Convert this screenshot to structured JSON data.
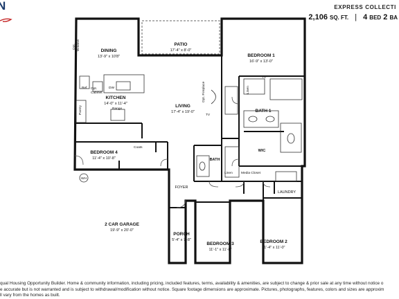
{
  "header": {
    "collection": "EXPRESS COLLECTI",
    "sqft_value": "2,106",
    "sqft_unit": "SQ. FT.",
    "beds_value": "4",
    "beds_unit": "BED",
    "baths_value": "2",
    "baths_unit": "BA"
  },
  "logo": {
    "letter": "N",
    "accent": "#1b3a6b",
    "script_color": "#c62828"
  },
  "rooms": [
    {
      "id": "dining",
      "name": "DINING",
      "dims": "13'-9\" x 10'8\""
    },
    {
      "id": "patio",
      "name": "PATIO",
      "dims": "17'-4\" x 8'-0\""
    },
    {
      "id": "bedroom1",
      "name": "BEDROOM 1",
      "dims": "16'-9\" x 13'-0\""
    },
    {
      "id": "kitchen",
      "name": "KITCHEN",
      "dims": "14'-0\" x 11'-4\""
    },
    {
      "id": "living",
      "name": "LIVING",
      "dims": "17'-4\" x 19'-0\""
    },
    {
      "id": "bedroom4",
      "name": "BEDROOM 4",
      "dims": "11'-4\" x 10'-8\""
    },
    {
      "id": "garage",
      "name": "2 CAR GARAGE",
      "dims": "19'-9\" x 20'-0\""
    },
    {
      "id": "porch",
      "name": "PORCH",
      "dims": "5'-4\" x 7'-8\""
    },
    {
      "id": "bedroom3",
      "name": "BEDROOM 3",
      "dims": "11'-1\" x 11'-8\""
    },
    {
      "id": "bedroom2",
      "name": "BEDROOM 2",
      "dims": "11'-4\" x 11'-0\""
    }
  ],
  "labels": {
    "opt_window_1": "Opt.",
    "opt_window_2": "Window",
    "ref": "Ref",
    "opt_cabinet_1": "Opt.",
    "opt_cabinet_2": "Cabinet",
    "dw": "DW",
    "range": "Range",
    "pantry": "Pantry",
    "coats": "Coats",
    "opt_fireplace_1": "Opt. Fireplace",
    "tv_living": "TV",
    "tv_bed1": "TV",
    "linen_bath1": "Linen",
    "bath1": "BATH 1",
    "wic": "WIC",
    "bath": "BATH",
    "linen_hall": "Linen",
    "media_closet": "Media Closet",
    "foyer": "FOYER",
    "laundry": "LAUNDRY",
    "wh": "WH"
  },
  "footer": {
    "line1": "qual Housing Opportunity Builder. Home & community information, including pricing, included features, terms, availability & amenities, are subject to change & prior sale at any time without notice o",
    "line2": "e accurate but is not warranted and is subject to withdrawal/modification without notice. Square footage dimensions are approximate. Pictures, photographs, features, colors and sizes are approxim",
    "line3": "ll vary from the homes as built."
  }
}
